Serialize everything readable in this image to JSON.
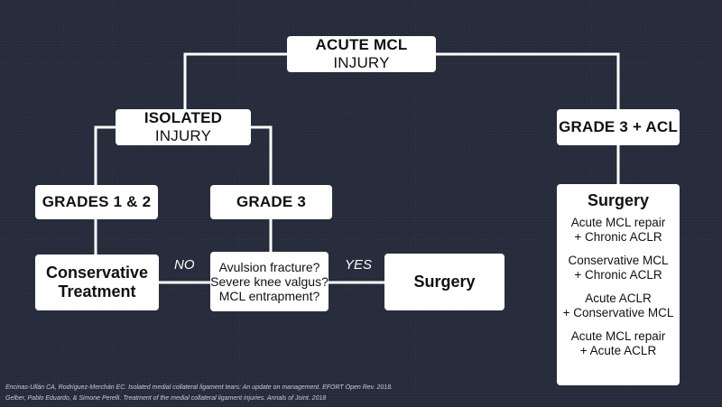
{
  "nodes": {
    "root": {
      "bold": "ACUTE MCL",
      "rest": " INJURY"
    },
    "isolated": {
      "bold": "ISOLATED",
      "rest": " INJURY"
    },
    "grade3_acl": {
      "bold": "GRADE 3 + ACL"
    },
    "grades12": {
      "bold": "GRADES 1 & 2"
    },
    "grade3": {
      "bold": "GRADE 3"
    },
    "conservative": {
      "line1": "Conservative",
      "line2": "Treatment"
    },
    "question": {
      "line1": "Avulsion fracture?",
      "line2": "Severe knee valgus?",
      "line3": "MCL entrapment?"
    },
    "surgery_mid": {
      "label": "Surgery"
    },
    "surgery_right": {
      "title": "Surgery",
      "options": [
        {
          "line1": "Acute MCL repair",
          "line2": "+ Chronic ACLR"
        },
        {
          "line1": "Conservative MCL",
          "line2": "+ Chronic ACLR"
        },
        {
          "line1": "Acute ACLR",
          "line2": "+ Conservative MCL"
        },
        {
          "line1": "Acute MCL repair",
          "line2": "+ Acute ACLR"
        }
      ]
    }
  },
  "edge_labels": {
    "no": "NO",
    "yes": "YES"
  },
  "references": [
    "Encinas-Ullán CA, Rodríguez-Merchán EC. Isolated medial collateral ligament tears: An update on management. EFORT Open Rev. 2018.",
    "Gelber, Pablo Eduardo, & Simone Perelli. Treatment of the medial collateral ligament injuries. Annals of Joint. 2018"
  ],
  "colors": {
    "background": "#252b3b",
    "box": "#ffffff",
    "line": "#ffffff"
  }
}
